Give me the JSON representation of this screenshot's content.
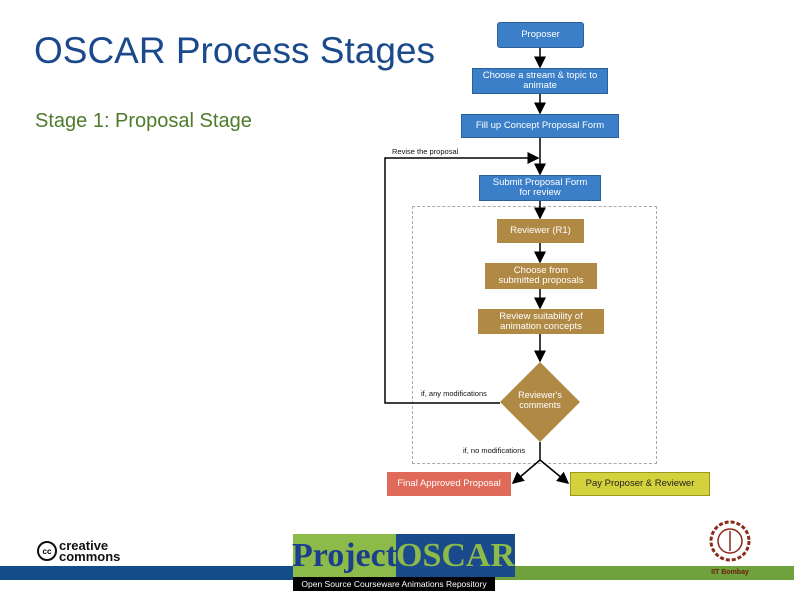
{
  "slide": {
    "title": "OSCAR Process Stages",
    "subtitle": "Stage 1: Proposal Stage"
  },
  "flow": {
    "proposer": "Proposer",
    "choose_stream": "Choose a stream & topic to animate",
    "fill_form": "Fill up Concept Proposal Form",
    "revise": "Revise the proposal",
    "submit": "Submit Proposal Form for review",
    "reviewer": "Reviewer (R1)",
    "choose_from": "Choose from submitted proposals",
    "review_suitability": "Review suitability of animation concepts",
    "comments": "Reviewer's comments",
    "if_mods": "if, any modifications",
    "if_no_mods": "if, no modifications",
    "final": "Final Approved Proposal",
    "pay": "Pay Proposer & Reviewer"
  },
  "footer": {
    "cc_line1": "creative",
    "cc_line2": "commons",
    "cc_badge": "cc",
    "logo_left": "Project",
    "logo_right": "OSCAR",
    "logo_tagline": "Open Source Courseware Animations Repository",
    "iit": "IIT Bombay"
  },
  "colors": {
    "blue": "#3b7fc8",
    "brown": "#b08945",
    "red": "#e06a5a",
    "yellow": "#d4d23c"
  }
}
